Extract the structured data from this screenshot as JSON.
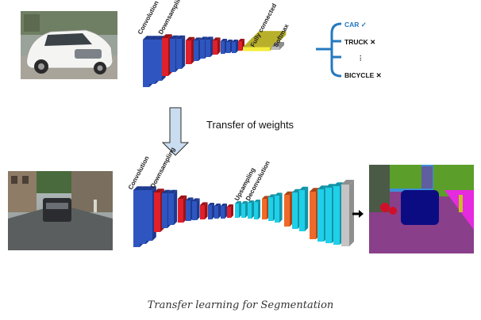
{
  "colors": {
    "conv": "#2f56c0",
    "conv_side": "#1d3990",
    "down": "#e0202a",
    "down_side": "#9a1218",
    "fc": "#f3ec3c",
    "softmax": "#bcbcbc",
    "up": "#1fd0e8",
    "up_side": "#1394a8",
    "deconv": "#ef6a2a",
    "deconv_side": "#ad4515",
    "output": "#c4c4c4",
    "classes": "#2479bf",
    "arrow": "#c9dcf0"
  },
  "top": {
    "labels": {
      "convolution": "Convolution",
      "downsampling": "Downsampling",
      "fully_connected": "Fully connected",
      "softmax": "Softmax"
    },
    "classes": [
      {
        "name": "CAR",
        "mark": "✓",
        "highlight": true
      },
      {
        "name": "TRUCK",
        "mark": "✕",
        "highlight": false
      },
      {
        "name": "⋮",
        "mark": "",
        "highlight": false
      },
      {
        "name": "BICYCLE",
        "mark": "✕",
        "highlight": false
      }
    ]
  },
  "transfer": {
    "label": "Transfer of weights"
  },
  "bottom": {
    "labels": {
      "convolution": "Convolution",
      "downsampling": "Downsampling",
      "upsampling": "Upsampling",
      "deconvolution": "Deconvolution"
    }
  },
  "caption": "Transfer learning for Segmentation"
}
